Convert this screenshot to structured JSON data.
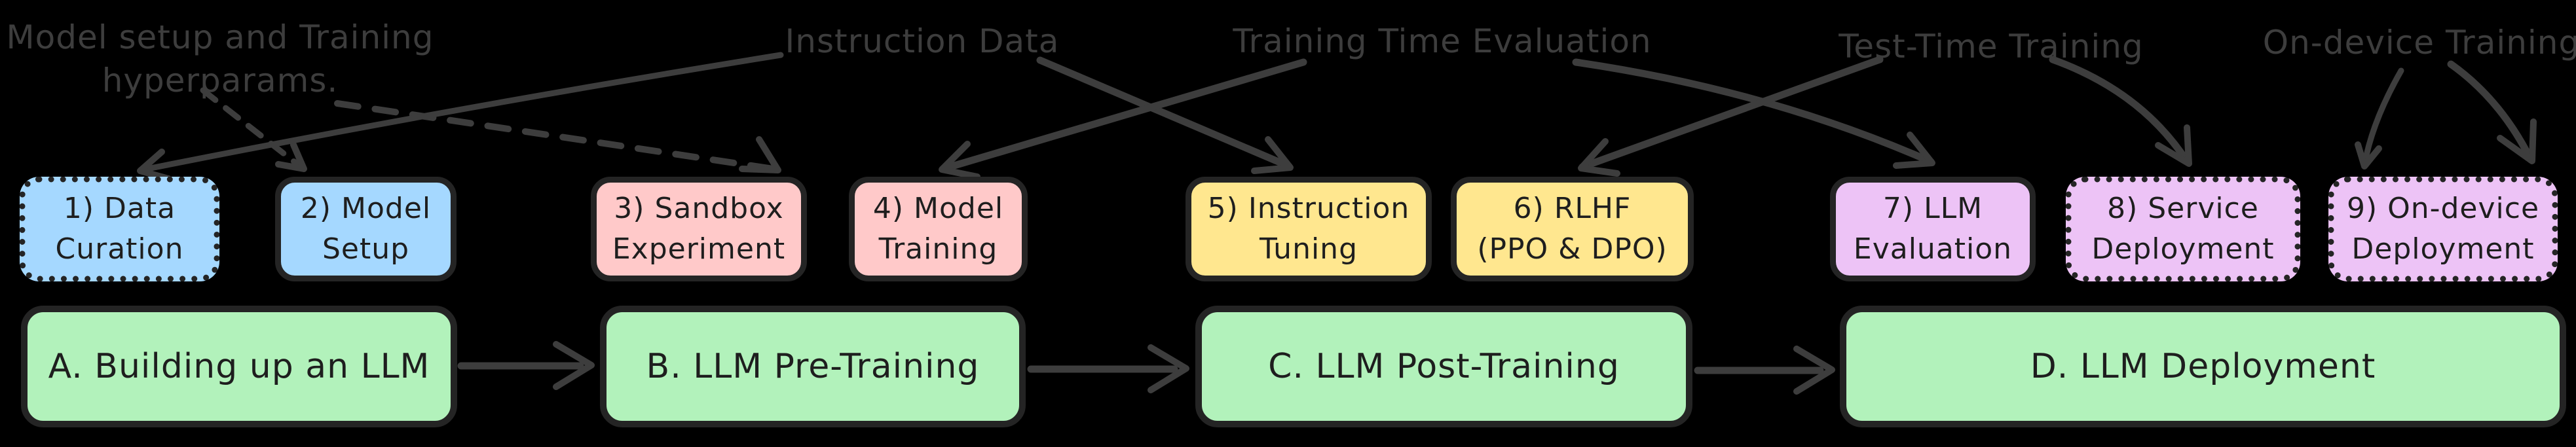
{
  "colors": {
    "bg": "#000000",
    "stroke": "#3d3d3d",
    "border": "#242424",
    "ink": "#1e1e1e",
    "blue": "#a5d8ff",
    "pink": "#ffc9c9",
    "yellow": "#ffe78f",
    "purple": "#edc3f6",
    "green": "#b2f2bb"
  },
  "top_labels": [
    {
      "id": "model-setup-hyperparams",
      "text": "Model setup and Training\nhyperparams."
    },
    {
      "id": "instruction-data",
      "text": "Instruction Data"
    },
    {
      "id": "training-time-evaluation",
      "text": "Training Time Evaluation"
    },
    {
      "id": "test-time-training",
      "text": "Test-Time Training"
    },
    {
      "id": "on-device-training",
      "text": "On-device Training"
    }
  ],
  "stage_boxes": [
    {
      "num": "1",
      "label": "1) Data\nCuration",
      "fill": "#a5d8ff",
      "border_style": "dotted"
    },
    {
      "num": "2",
      "label": "2) Model\nSetup",
      "fill": "#a5d8ff",
      "border_style": "solid"
    },
    {
      "num": "3",
      "label": "3) Sandbox\nExperiment",
      "fill": "#ffc9c9",
      "border_style": "solid"
    },
    {
      "num": "4",
      "label": "4) Model\nTraining",
      "fill": "#ffc9c9",
      "border_style": "solid"
    },
    {
      "num": "5",
      "label": "5) Instruction\nTuning",
      "fill": "#ffe78f",
      "border_style": "solid"
    },
    {
      "num": "6",
      "label": "6) RLHF\n(PPO & DPO)",
      "fill": "#ffe78f",
      "border_style": "solid"
    },
    {
      "num": "7",
      "label": "7) LLM\nEvaluation",
      "fill": "#edc3f6",
      "border_style": "solid"
    },
    {
      "num": "8",
      "label": "8) Service\nDeployment",
      "fill": "#edc3f6",
      "border_style": "dotted"
    },
    {
      "num": "9",
      "label": "9) On-device\nDeployment",
      "fill": "#edc3f6",
      "border_style": "dotted"
    }
  ],
  "phase_boxes": [
    {
      "id": "A",
      "label": "A. Building up an LLM",
      "fill": "#b2f2bb"
    },
    {
      "id": "B",
      "label": "B. LLM Pre-Training",
      "fill": "#b2f2bb"
    },
    {
      "id": "C",
      "label": "C. LLM Post-Training",
      "fill": "#b2f2bb"
    },
    {
      "id": "D",
      "label": "D. LLM Deployment",
      "fill": "#b2f2bb"
    }
  ],
  "connections": [
    {
      "from": "Model setup and Training hyperparams.",
      "to": "2) Model Setup",
      "style": "dashed"
    },
    {
      "from": "Model setup and Training hyperparams.",
      "to": "3) Sandbox Experiment",
      "style": "dashed"
    },
    {
      "from": "Instruction Data",
      "to": "1) Data Curation",
      "style": "solid"
    },
    {
      "from": "Instruction Data",
      "to": "5) Instruction Tuning",
      "style": "solid"
    },
    {
      "from": "Training Time Evaluation",
      "to": "4) Model Training",
      "style": "solid"
    },
    {
      "from": "Training Time Evaluation",
      "to": "7) LLM Evaluation",
      "style": "solid"
    },
    {
      "from": "Test-Time Training",
      "to": "6) RLHF (PPO & DPO)",
      "style": "solid"
    },
    {
      "from": "Test-Time Training",
      "to": "8) Service Deployment",
      "style": "solid"
    },
    {
      "from": "On-device Training",
      "to": "9) On-device Deployment",
      "style": "solid"
    },
    {
      "from": "On-device Training",
      "to": "9) On-device Deployment",
      "style": "solid"
    },
    {
      "from": "A. Building up an LLM",
      "to": "B. LLM Pre-Training",
      "style": "solid"
    },
    {
      "from": "B. LLM Pre-Training",
      "to": "C. LLM Post-Training",
      "style": "solid"
    },
    {
      "from": "C. LLM Post-Training",
      "to": "D. LLM Deployment",
      "style": "solid"
    }
  ]
}
